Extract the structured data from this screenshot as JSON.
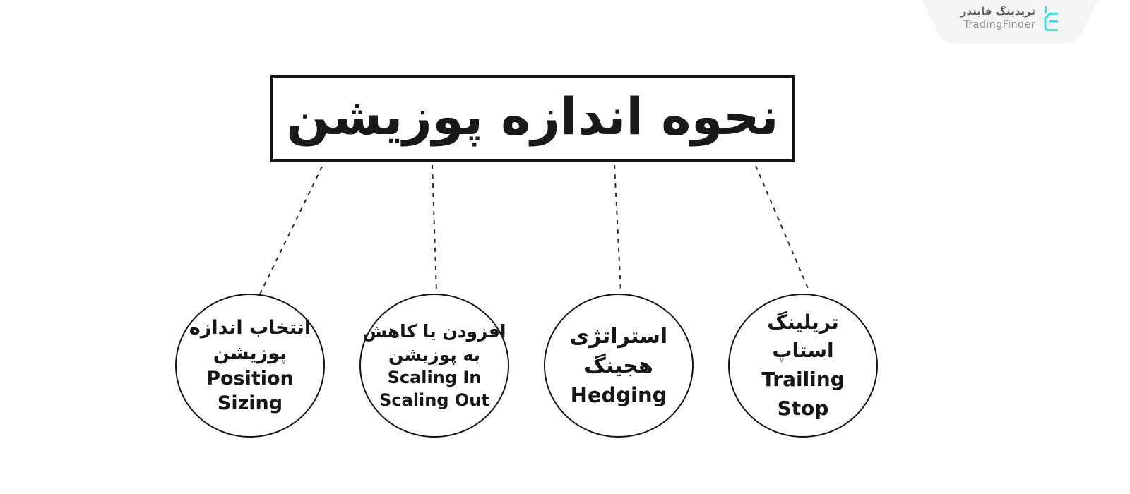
{
  "background": "#ffffff",
  "colors": {
    "ink": "#161616",
    "connector": "#2b2b2b",
    "badge_bg": "#f3f4f6",
    "logo_cyan": "#2adddd",
    "logo_text_fa": "#5d6166",
    "logo_text_en": "#8e9297"
  },
  "brand": {
    "name_fa": "تریدینگ فایندر",
    "name_en": "TradingFinder",
    "icon": "tradingfinder-logo-icon"
  },
  "title": {
    "text": "نحوه اندازه پوزیشن"
  },
  "nodes": [
    {
      "id": "position-sizing",
      "fa_lines": [
        "انتخاب اندازه",
        "پوزیشن"
      ],
      "en_lines": [
        "Position",
        "Sizing"
      ]
    },
    {
      "id": "scaling-in-out",
      "fa_lines": [
        "افزودن یا کاهش",
        "به پوزیشن"
      ],
      "en_lines": [
        "Scaling In",
        "Scaling Out"
      ]
    },
    {
      "id": "hedging",
      "fa_lines": [
        "استراتژی",
        "هجینگ"
      ],
      "en_lines": [
        "Hedging"
      ]
    },
    {
      "id": "trailing-stop",
      "fa_lines": [
        "تریلینگ",
        "استاپ"
      ],
      "en_lines": [
        "Trailing",
        "Stop"
      ]
    }
  ]
}
